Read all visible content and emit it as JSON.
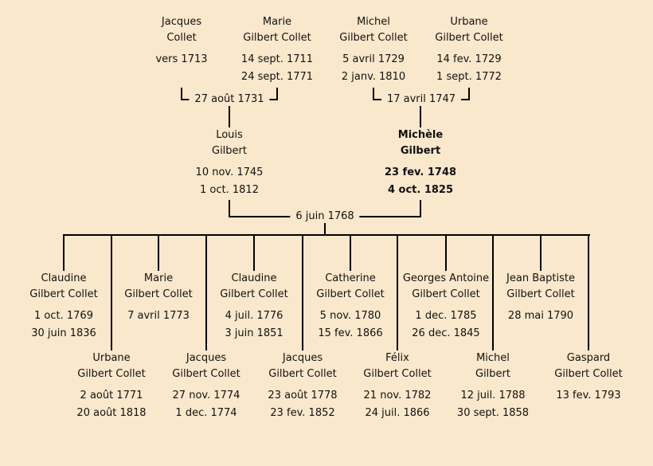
{
  "page": {
    "background_color": "#FAE8CC",
    "line_color": "#000000",
    "text_color": "#111111"
  },
  "grandparents": [
    {
      "first": "Jacques",
      "last": "Collet",
      "birth": "vers 1713"
    },
    {
      "first": "Marie",
      "last": "Gilbert Collet",
      "birth": "14 sept. 1711",
      "death": "24 sept. 1771"
    },
    {
      "first": "Michel",
      "last": "Gilbert Collet",
      "birth": "5 avril 1729",
      "death": "2 janv. 1810"
    },
    {
      "first": "Urbane",
      "last": "Gilbert Collet",
      "birth": "14 fev. 1729",
      "death": "1 sept. 1772"
    }
  ],
  "marriages": [
    {
      "date": "27 août 1731"
    },
    {
      "date": "17 avril 1747"
    },
    {
      "date": "6 juin 1768"
    }
  ],
  "parents": [
    {
      "first": "Louis",
      "last": "Gilbert",
      "birth": "10 nov. 1745",
      "death": "1 oct. 1812"
    },
    {
      "first": "Michèle",
      "last": "Gilbert",
      "birth": "23 fev. 1748",
      "death": "4 oct. 1825"
    }
  ],
  "children_row1": [
    {
      "first": "Claudine",
      "last": "Gilbert Collet",
      "birth": "1 oct. 1769",
      "death": "30 juin 1836"
    },
    {
      "first": "Marie",
      "last": "Gilbert Collet",
      "birth": "7 avril 1773"
    },
    {
      "first": "Claudine",
      "last": "Gilbert Collet",
      "birth": "4 juil. 1776",
      "death": "3 juin 1851"
    },
    {
      "first": "Catherine",
      "last": "Gilbert Collet",
      "birth": "5 nov. 1780",
      "death": "15 fev. 1866"
    },
    {
      "first": "Georges Antoine",
      "last": "Gilbert Collet",
      "birth": "1 dec. 1785",
      "death": "26 dec. 1845"
    },
    {
      "first": "Jean Baptiste",
      "last": "Gilbert Collet",
      "birth": "28 mai 1790"
    }
  ],
  "children_row2": [
    {
      "first": "Urbane",
      "last": "Gilbert Collet",
      "birth": "2 août 1771",
      "death": "20 août 1818"
    },
    {
      "first": "Jacques",
      "last": "Gilbert Collet",
      "birth": "27 nov. 1774",
      "death": "1 dec. 1774"
    },
    {
      "first": "Jacques",
      "last": "Gilbert Collet",
      "birth": "23 août 1778",
      "death": "23 fev. 1852"
    },
    {
      "first": "Félix",
      "last": "Gilbert Collet",
      "birth": "21 nov. 1782",
      "death": "24 juil. 1866"
    },
    {
      "first": "Michel",
      "last": "Gilbert",
      "birth": "12 juil. 1788",
      "death": "30 sept. 1858"
    },
    {
      "first": "Gaspard",
      "last": "Gilbert Collet",
      "birth": "13 fev. 1793"
    }
  ]
}
